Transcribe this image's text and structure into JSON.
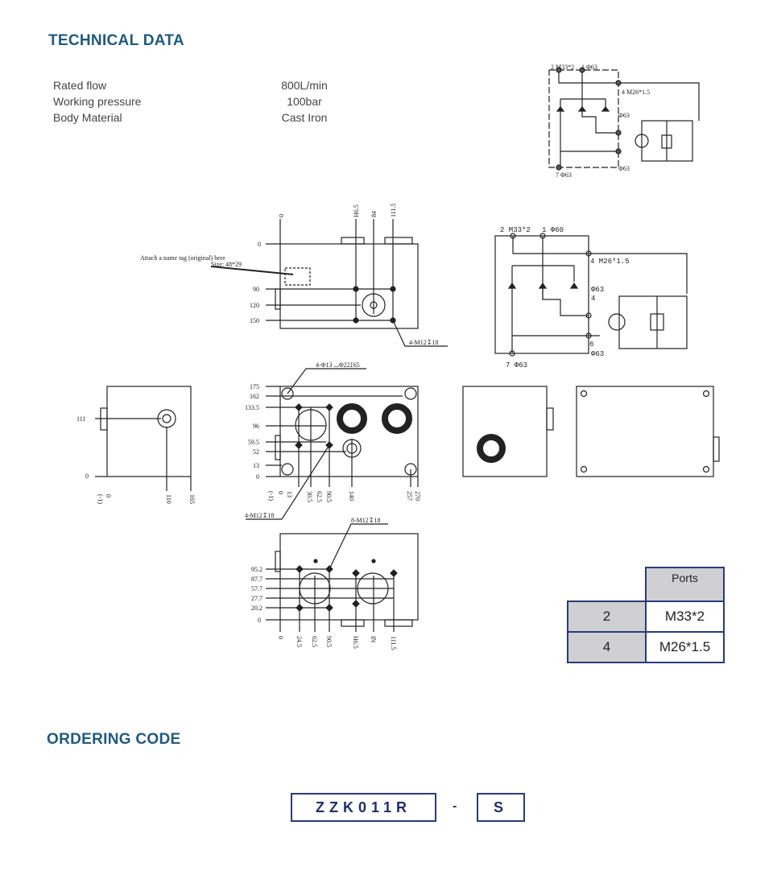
{
  "technical_data": {
    "title": "TECHNICAL DATA",
    "specs": [
      {
        "label": "Rated flow",
        "value": "800L/min"
      },
      {
        "label": "Working pressure",
        "value": "100bar"
      },
      {
        "label": "Body Material",
        "value": "Cast Iron"
      }
    ]
  },
  "drawings": {
    "schematic_small": {
      "p2": "2 M33*2",
      "p1": "1 Φ63",
      "p4": "4 M26*1.5",
      "p63a": "Φ63",
      "p63b": "Φ63",
      "p7": "7 Φ63"
    },
    "schematic_large": {
      "p2": "2 M33*2",
      "p1": "1 Φ60",
      "p4": "4 M26*1.5",
      "p63a": "Φ63",
      "p4b": "4",
      "p6": "6",
      "p63b": "Φ63",
      "p7": "7 Φ63"
    },
    "front_view": {
      "nameplate_note": "Attach a name tag (original) here",
      "nameplate_size": "Size: 48*29",
      "top_ticks": [
        "0",
        "H6.5",
        "84",
        "111.5"
      ],
      "side_ticks": [
        "0",
        "90",
        "120",
        "150"
      ],
      "thread_note": "4-M12↧18"
    },
    "face_view": {
      "hole_note": "4-Φ13 ⌴Φ22↧65",
      "side_ticks": [
        "175",
        "162",
        "133.5",
        "96",
        "59.5",
        "52",
        "13",
        "0"
      ],
      "bottom_ticks": [
        "(-1)",
        "0",
        "13",
        "30.5",
        "62.5",
        "90.5",
        "140",
        "257",
        "270"
      ],
      "thread_note_left": "4-M12↧18",
      "thread_note_right": "8-M12↧18"
    },
    "side_view": {
      "tick_side": "111",
      "tick_zero": "0",
      "bottom_ticks": [
        "(-1)",
        "0",
        "110",
        "165"
      ]
    },
    "bottom_view": {
      "side_ticks": [
        "95.2",
        "87.7",
        "57.7",
        "27.7",
        "20.2",
        "0"
      ],
      "bottom_ticks": [
        "0",
        "24.5",
        "62.5",
        "90.5",
        "H6.5",
        "IN",
        "111.5"
      ]
    }
  },
  "ports_table": {
    "header": "Ports",
    "rows": [
      {
        "port": "2",
        "thread": "M33*2"
      },
      {
        "port": "4",
        "thread": "M26*1.5"
      }
    ]
  },
  "ordering_code": {
    "title": "ORDERING CODE",
    "model": "ZZK011R",
    "separator": "-",
    "suffix": "S"
  },
  "colors": {
    "heading": "#1f5a80",
    "table_border": "#2a3b7a",
    "table_fill": "#d0d0d3",
    "code_text": "#1f2f6e"
  }
}
